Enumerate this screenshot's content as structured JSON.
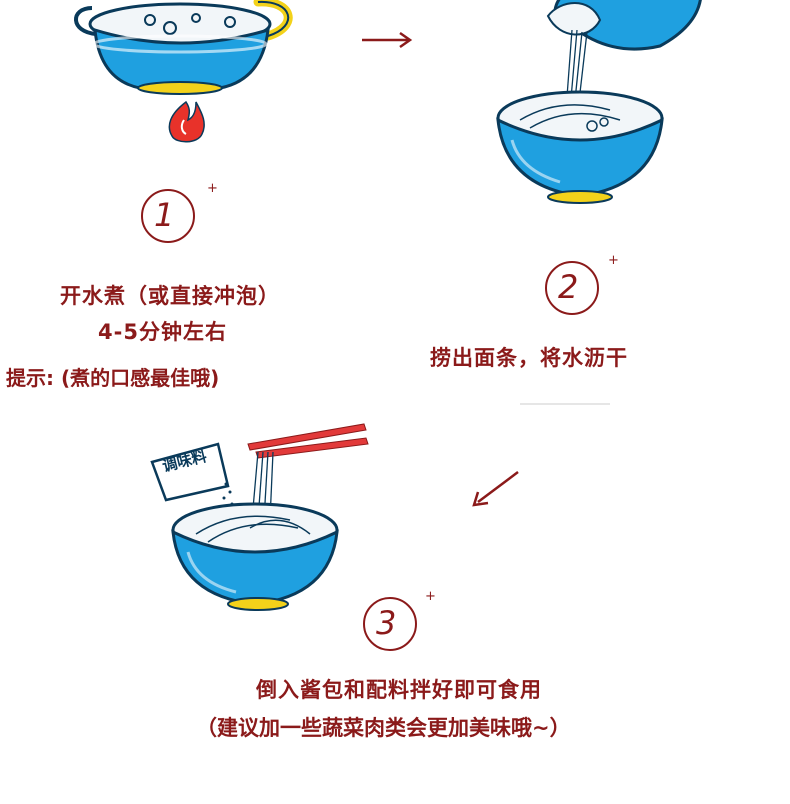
{
  "steps": [
    {
      "number": "1",
      "lines": [
        "开水煮（或直接冲泡）",
        "4-5分钟左右"
      ],
      "tip": "提示: (煮的口感最佳哦)"
    },
    {
      "number": "2",
      "lines": [
        "捞出面条，将水沥干"
      ]
    },
    {
      "number": "3",
      "lines": [
        "倒入酱包和配料拌好即可食用",
        "（建议加一些蔬菜肉类会更加美味哦~）"
      ],
      "packet_label": "调味料"
    }
  ],
  "colors": {
    "bowl_blue": "#1fa0e0",
    "bowl_dark": "#0a3a5a",
    "base_yellow": "#f3d21a",
    "text_red": "#8b1a1a",
    "fire_red": "#e8322a",
    "chopstick_red": "#e23a3a"
  },
  "icons": [
    "fire-icon",
    "arrow-right-icon",
    "arrow-down-left-icon"
  ]
}
